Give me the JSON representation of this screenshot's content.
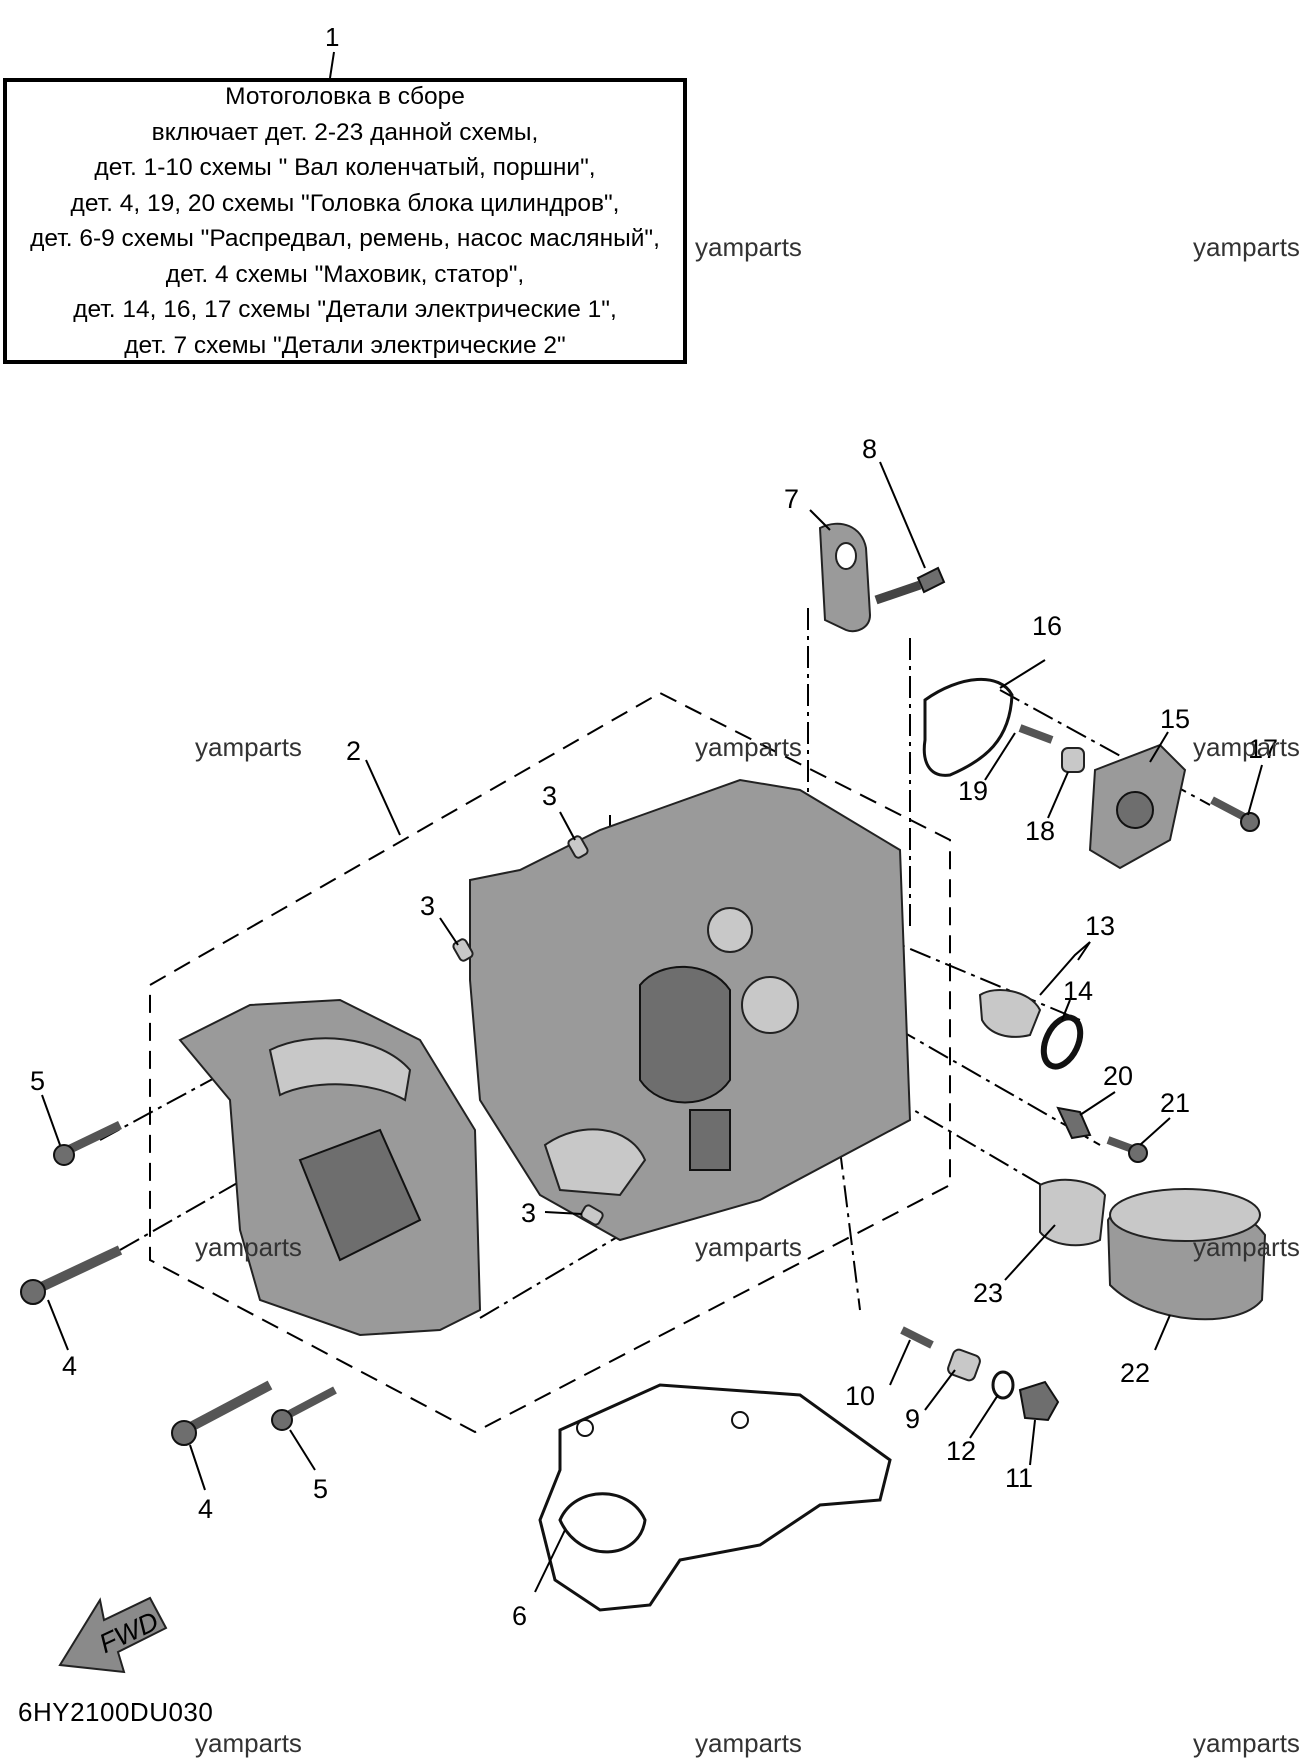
{
  "note": {
    "callout": "1",
    "lines": [
      "Мотоголовка в сборе",
      "включает дет. 2-23 данной схемы,",
      "дет. 1-10 схемы \" Вал коленчатый, поршни\",",
      "дет. 4, 19, 20 схемы \"Головка блока цилиндров\",",
      "дет. 6-9 схемы \"Распредвал, ремень, насос масляный\",",
      "дет. 4 схемы \"Маховик, статор\",",
      "дет. 14, 16, 17 схемы \"Детали электрические 1\",",
      "дет. 7 схемы \"Детали электрические 2\""
    ]
  },
  "watermark": "yamparts",
  "diagram_code": "6HY2100DU030",
  "fwd_label": "FWD",
  "callouts": {
    "c2": "2",
    "c3a": "3",
    "c3b": "3",
    "c3c": "3",
    "c4a": "4",
    "c4b": "4",
    "c5a": "5",
    "c5b": "5",
    "c6": "6",
    "c7": "7",
    "c8": "8",
    "c9": "9",
    "c10": "10",
    "c11": "11",
    "c12": "12",
    "c13": "13",
    "c14": "14",
    "c15": "15",
    "c16": "16",
    "c17": "17",
    "c18": "18",
    "c19": "19",
    "c20": "20",
    "c21": "21",
    "c22": "22",
    "c23": "23"
  }
}
